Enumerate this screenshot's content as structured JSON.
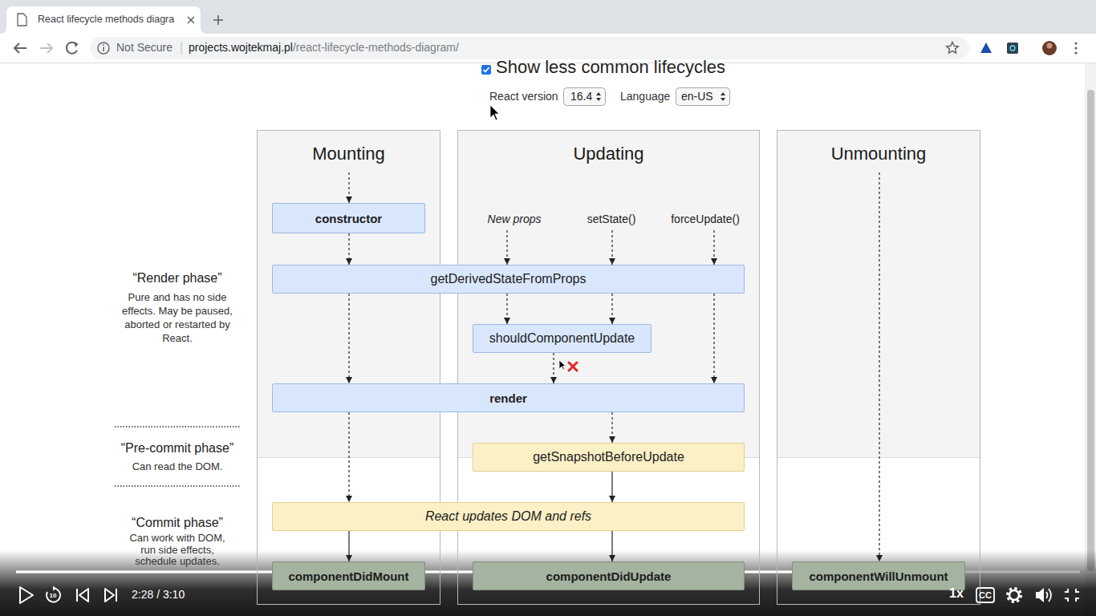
{
  "diagram": {
    "nodes": [
      {
        "text": [
          "Mounting"
        ]
      },
      {
        "text": [
          "Updating"
        ]
      },
      {
        "text": [
          "Unmounting"
        ]
      },
      {
        "text": [
          "constructor"
        ],
        "in": 0
      },
      {
        "text": [
          "getDerivedStateFromProps"
        ]
      },
      {
        "text": [
          "shouldComponentUpdate"
        ],
        "in": 1
      },
      {
        "text": [
          "render"
        ]
      },
      {
        "text": [
          "getSnapshotBeforeUpdate"
        ],
        "in": 1
      },
      {
        "text": [
          "React updates DOM and refs"
        ]
      },
      {
        "text": [
          "componentDidMount"
        ],
        "in": 0
      },
      {
        "text": [
          "componentDidUpdate"
        ],
        "in": 1
      },
      {
        "text": [
          "componentWillUnmount"
        ],
        "in": 2
      }
    ],
    "edges": [
      {
        "from": 3,
        "to": 4,
        "arrow": "to"
      },
      {
        "from": 4,
        "to": 6,
        "arrow": "to"
      },
      {
        "from": 4,
        "to": 5,
        "arrow": "to"
      },
      {
        "from": 4,
        "to": 5,
        "arrow": "to"
      },
      {
        "from": 4,
        "to": 6,
        "arrow": "to"
      },
      {
        "from": 5,
        "to": 6,
        "arrow": "to"
      },
      {
        "from": 6,
        "to": 8,
        "arrow": "to"
      },
      {
        "from": 6,
        "to": 7,
        "arrow": "to"
      },
      {
        "from": 7,
        "to": 8,
        "arrow": "to"
      },
      {
        "from": 8,
        "to": 9,
        "arrow": "to"
      },
      {
        "from": 8,
        "to": 10,
        "arrow": "to"
      }
    ],
    "labels": [
      "React lifecycle methods diagra",
      "Not Secure",
      "projects.wojtekmaj.pl",
      "/react-lifecycle-methods-diagram/",
      "Show less common lifecycles",
      "React version",
      "16.4",
      "Language",
      "en-US",
      "New props",
      "setState()",
      "forceUpdate()",
      "“Render phase”",
      "Pure and has no side effects. May be paused, aborted or restarted by React.",
      "“Pre-commit phase”",
      "Can read the DOM.",
      "“Commit phase”",
      "Can work with DOM, run side effects, schedule updates.",
      "10",
      "2:28 / 3:10",
      "1x",
      "CC"
    ]
  }
}
